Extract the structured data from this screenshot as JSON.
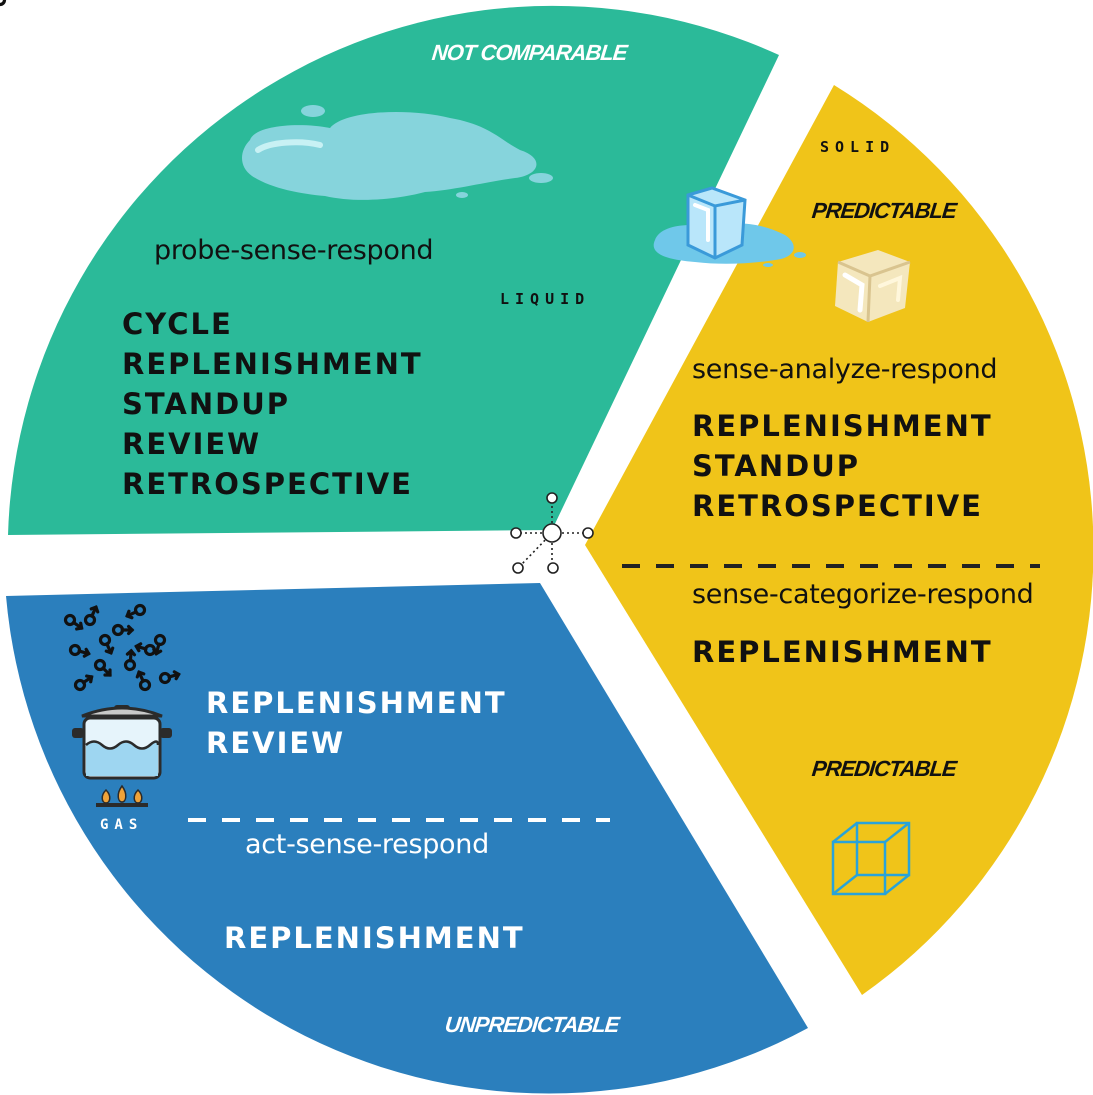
{
  "segments": {
    "liquid": {
      "state": "LIQUID",
      "predictability": "NOT COMPARABLE",
      "approach": "probe-sense-respond",
      "practices": [
        "CYCLE",
        "REPLENISHMENT",
        "STANDUP",
        "REVIEW",
        "RETROSPECTIVE"
      ],
      "color": "#2bba99"
    },
    "solid": {
      "state": "SOLID",
      "predictability_top": "PREDICTABLE",
      "approach_complicated": "sense-analyze-respond",
      "practices_complicated": [
        "REPLENISHMENT",
        "STANDUP",
        "RETROSPECTIVE"
      ],
      "approach_clear": "sense-categorize-respond",
      "practices_clear": [
        "REPLENISHMENT"
      ],
      "predictability_bottom": "PREDICTABLE",
      "color": "#f0c419"
    },
    "gas": {
      "state": "GAS",
      "practices": [
        "REPLENISHMENT",
        "REVIEW"
      ],
      "approach": "act-sense-respond",
      "practices_chaotic": [
        "REPLENISHMENT"
      ],
      "predictability": "UNPREDICTABLE",
      "color": "#2b7fbd"
    }
  },
  "icons": {
    "puddle": "water-puddle-icon",
    "melting_ice": "melting-ice-cube-icon",
    "ice_cube": "ice-cube-icon",
    "cube_outline": "cube-outline-icon",
    "gas_molecules": "gas-molecules-icon",
    "boiling_pot": "boiling-pot-icon",
    "network_hub": "network-hub-icon"
  }
}
